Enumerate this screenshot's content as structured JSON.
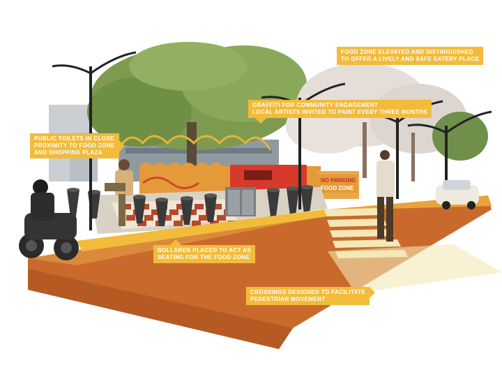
{
  "callouts": {
    "food_zone": {
      "lines": [
        "FOOD ZONE ELEVATED AND DISTINGUISHED",
        "TO OFFER A LIVELY AND SAFE EATERY PLACE"
      ]
    },
    "graffiti": {
      "lines": [
        "GRAFFITI FOR COMMUNITY ENGAGEMENT",
        "LOCAL ARTISTS INVITED TO PAINT EVERY THREE MONTHS"
      ]
    },
    "toilets": {
      "lines": [
        "PUBLIC TOILETS IN CLOSE",
        "PROXIMITY TO FOOD ZONE",
        "AND SHOPPING PLAZA"
      ]
    },
    "bollards": {
      "lines": [
        "BOLLARDS PLACED TO ACT AS",
        "SEATING FOR THE FOOD ZONE"
      ]
    },
    "crossings": {
      "lines": [
        "CROSSINGS DESIGNED TO FACILITATE",
        "PEDESTRIAN MOVEMENT"
      ]
    }
  },
  "signage": {
    "no_parking": "NO PARKING",
    "food_zone": "FOOD ZONE"
  },
  "colors": {
    "callout": "#f2bb3a",
    "road": "#c96a2c",
    "road_dark": "#b65a24",
    "curb": "#e8a33a",
    "crossing": "#f4e8b8",
    "sidewalk": "#d9d2c4",
    "checker_dark": "#b44a2a",
    "checker_light": "#efe6d6",
    "tree": "#7a9a4c",
    "blossom": "#e3dcd6",
    "truck": "#d63a2a",
    "bollard": "#3a3a3a"
  }
}
